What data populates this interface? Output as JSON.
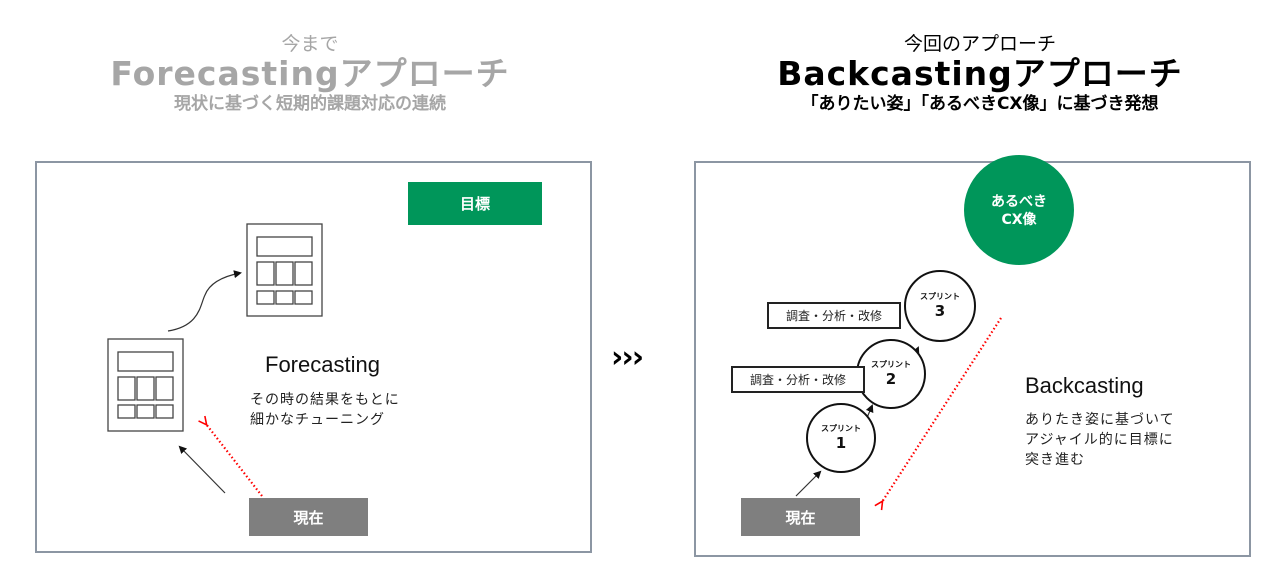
{
  "left": {
    "pre_title": "今まで",
    "title": "Forecastingアプローチ",
    "subtitle": "現状に基づく短期的課題対応の連続",
    "goal_label": "目標",
    "now_label": "現在",
    "diagram_title": "Forecasting",
    "description_line1": "その時の結果をもとに",
    "description_line2": "細かなチューニング"
  },
  "transition": {
    "icon": "triple-chevron-right-icon",
    "glyph": "›››"
  },
  "right": {
    "pre_title": "今回のアプローチ",
    "title": "Backcastingアプローチ",
    "subtitle": "「ありたい姿」「あるべきCX像」に基づき発想",
    "goal_line1": "あるべき",
    "goal_line2": "CX像",
    "now_label": "現在",
    "diagram_title": "Backcasting",
    "description_line1": "ありたき姿に基づいて",
    "description_line2": "アジャイル的に目標に",
    "description_line3": "突き進む",
    "tasks": [
      {
        "label": "調査・分析・改修"
      },
      {
        "label": "調査・分析・改修"
      }
    ],
    "sprints": [
      {
        "label": "スプリント",
        "number": "1"
      },
      {
        "label": "スプリント",
        "number": "2"
      },
      {
        "label": "スプリント",
        "number": "3"
      }
    ]
  },
  "colors": {
    "accent_green": "#00965a",
    "now_gray": "#7f7f7f",
    "dotted_red": "#ff0000",
    "panel_border": "#8c96a3",
    "muted_title": "#a6a6a6"
  }
}
